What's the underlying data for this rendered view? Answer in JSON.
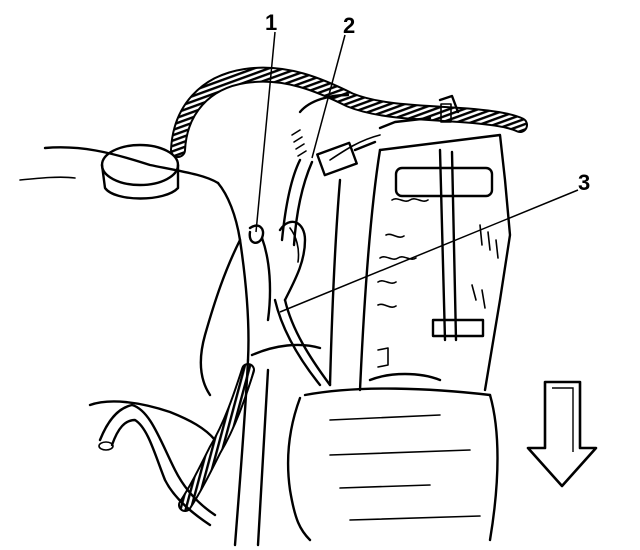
{
  "diagram": {
    "callouts": [
      {
        "label": "1"
      },
      {
        "label": "2"
      },
      {
        "label": "3"
      }
    ],
    "direction_indicator": {
      "icon": "arrow-down-icon",
      "direction": "down"
    }
  }
}
